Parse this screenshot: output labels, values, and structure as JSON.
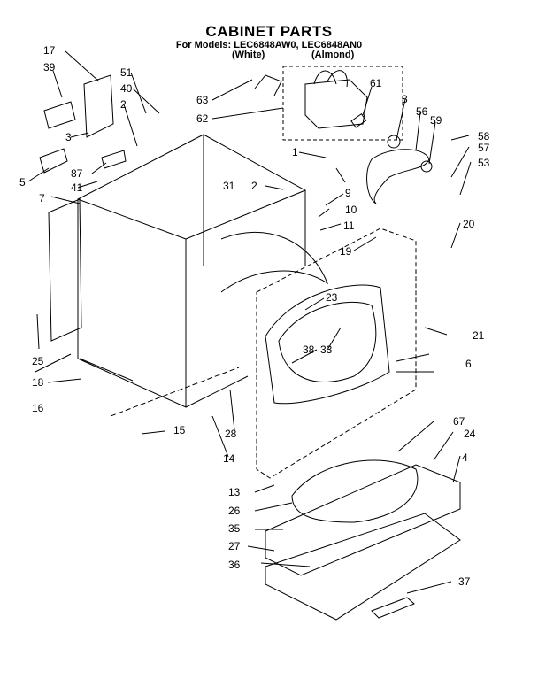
{
  "title": "CABINET PARTS",
  "subtitle": "For Models: LEC6848AW0, LEC6848AN0",
  "variants": [
    "(White)",
    "(Almond)"
  ],
  "callouts": [
    "17",
    "39",
    "51",
    "40",
    "2",
    "3",
    "5",
    "87",
    "41",
    "7",
    "63",
    "62",
    "61",
    "8",
    "56",
    "59",
    "58",
    "57",
    "53",
    "1",
    "2",
    "31",
    "9",
    "10",
    "11",
    "19",
    "20",
    "23",
    "38",
    "33",
    "21",
    "6",
    "25",
    "18",
    "16",
    "15",
    "28",
    "14",
    "67",
    "24",
    "4",
    "13",
    "26",
    "35",
    "27",
    "36",
    "37"
  ],
  "icons": {
    "parts": "exploded-cabinet-assembly",
    "leaders": "callout-leader-lines"
  }
}
